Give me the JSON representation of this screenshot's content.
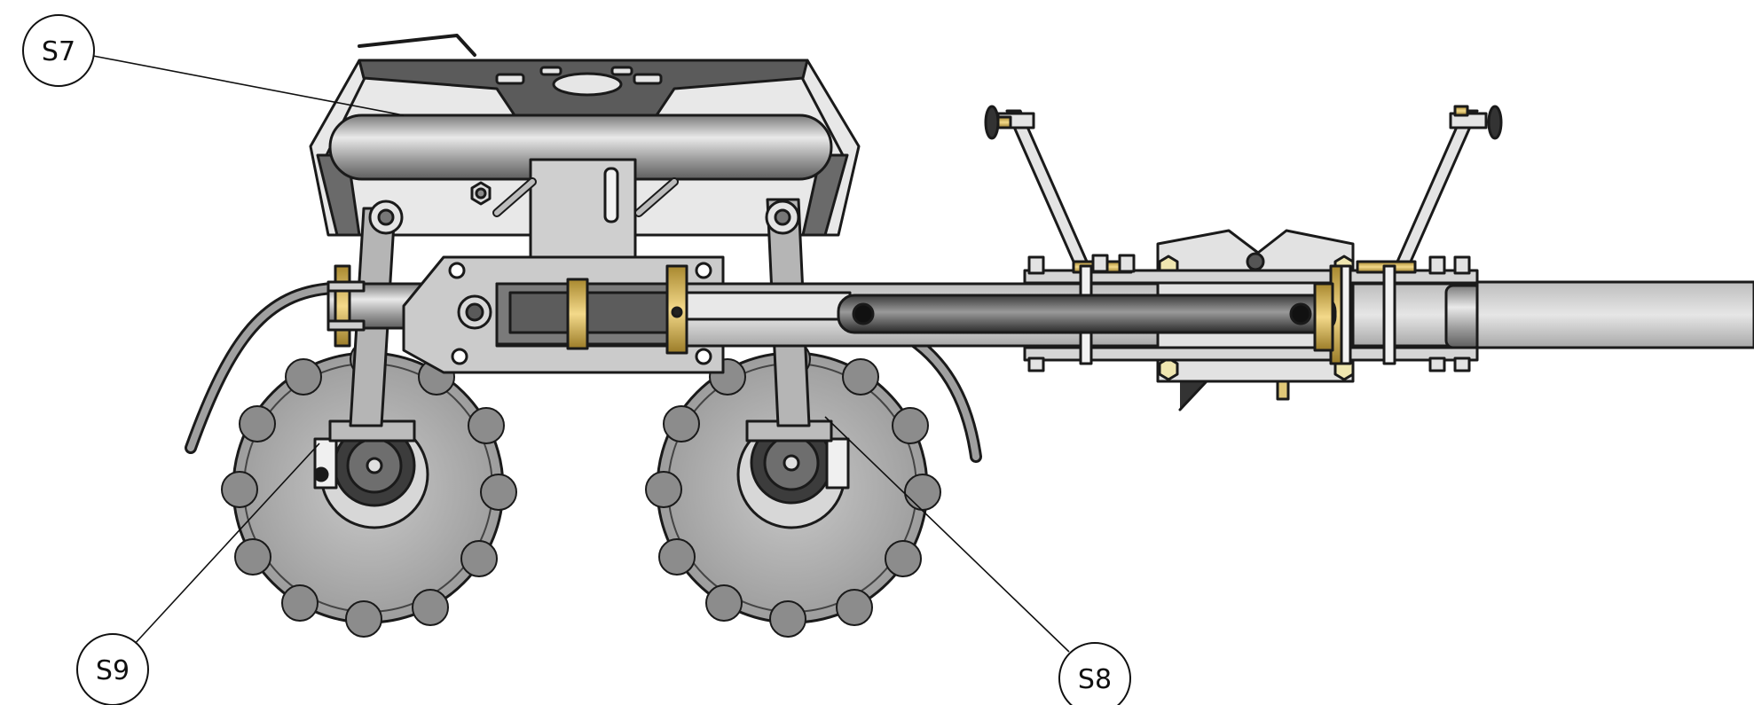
{
  "diagram": {
    "callouts": [
      {
        "id": "s7",
        "label": "S7"
      },
      {
        "id": "s9",
        "label": "S9"
      },
      {
        "id": "s8",
        "label": "S8"
      }
    ]
  },
  "colors": {
    "outline": "#1a1a1a",
    "metal_light": "#d9d9d9",
    "metal_mid": "#a9a9a9",
    "metal_dark": "#5a5a5a",
    "brass": "#d9b75a",
    "background": "#ffffff"
  }
}
